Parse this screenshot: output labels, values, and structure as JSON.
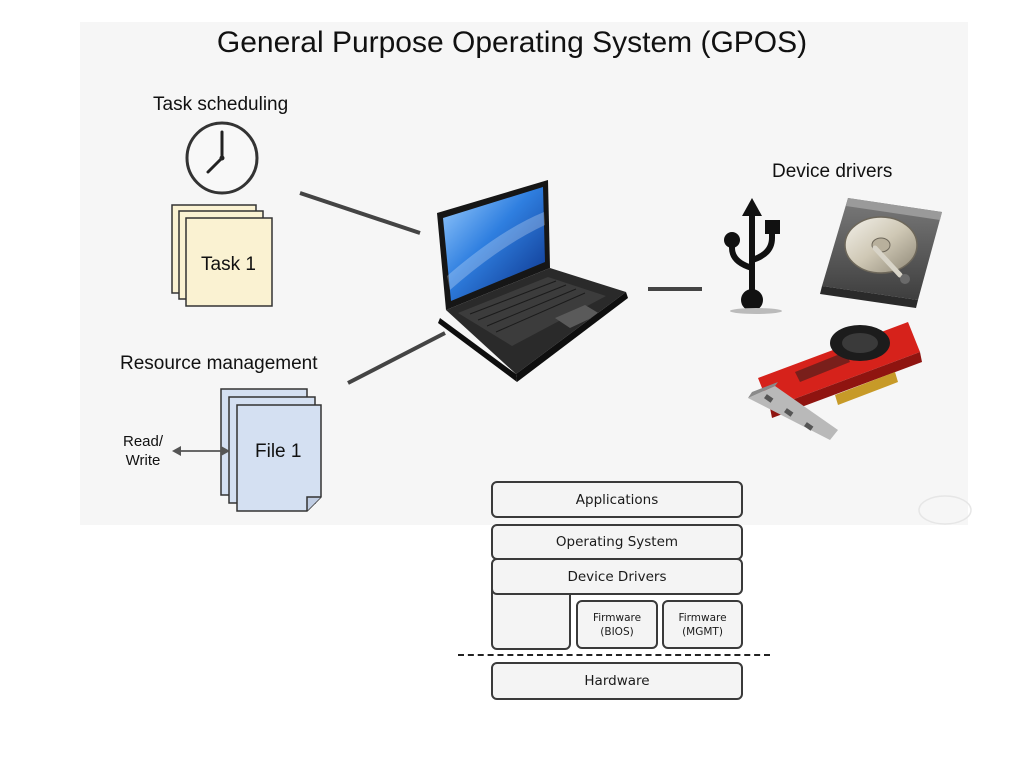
{
  "title": "General Purpose Operating System (GPOS)",
  "task_scheduling": {
    "label": "Task scheduling",
    "task_label": "Task 1"
  },
  "resource_management": {
    "label": "Resource management",
    "file_label": "File 1",
    "rw_line1": "Read/",
    "rw_line2": "Write"
  },
  "device_drivers": {
    "label": "Device drivers"
  },
  "stack": {
    "applications": "Applications",
    "operating_system": "Operating System",
    "device_drivers": "Device Drivers",
    "firmware_bios_1": "Firmware",
    "firmware_bios_2": "(BIOS)",
    "firmware_mgmt_1": "Firmware",
    "firmware_mgmt_2": "(MGMT)",
    "hardware": "Hardware"
  },
  "colors": {
    "task_paper": "#faf2d2",
    "file_paper": "#d4e0f2",
    "stack_fill": "#f4f4f4",
    "connector": "#444444",
    "gpu_red": "#d6221b"
  },
  "icons": [
    "clock-icon",
    "task-stack-icon",
    "file-stack-icon",
    "laptop-icon",
    "usb-icon",
    "hard-drive-icon",
    "graphics-card-icon"
  ]
}
